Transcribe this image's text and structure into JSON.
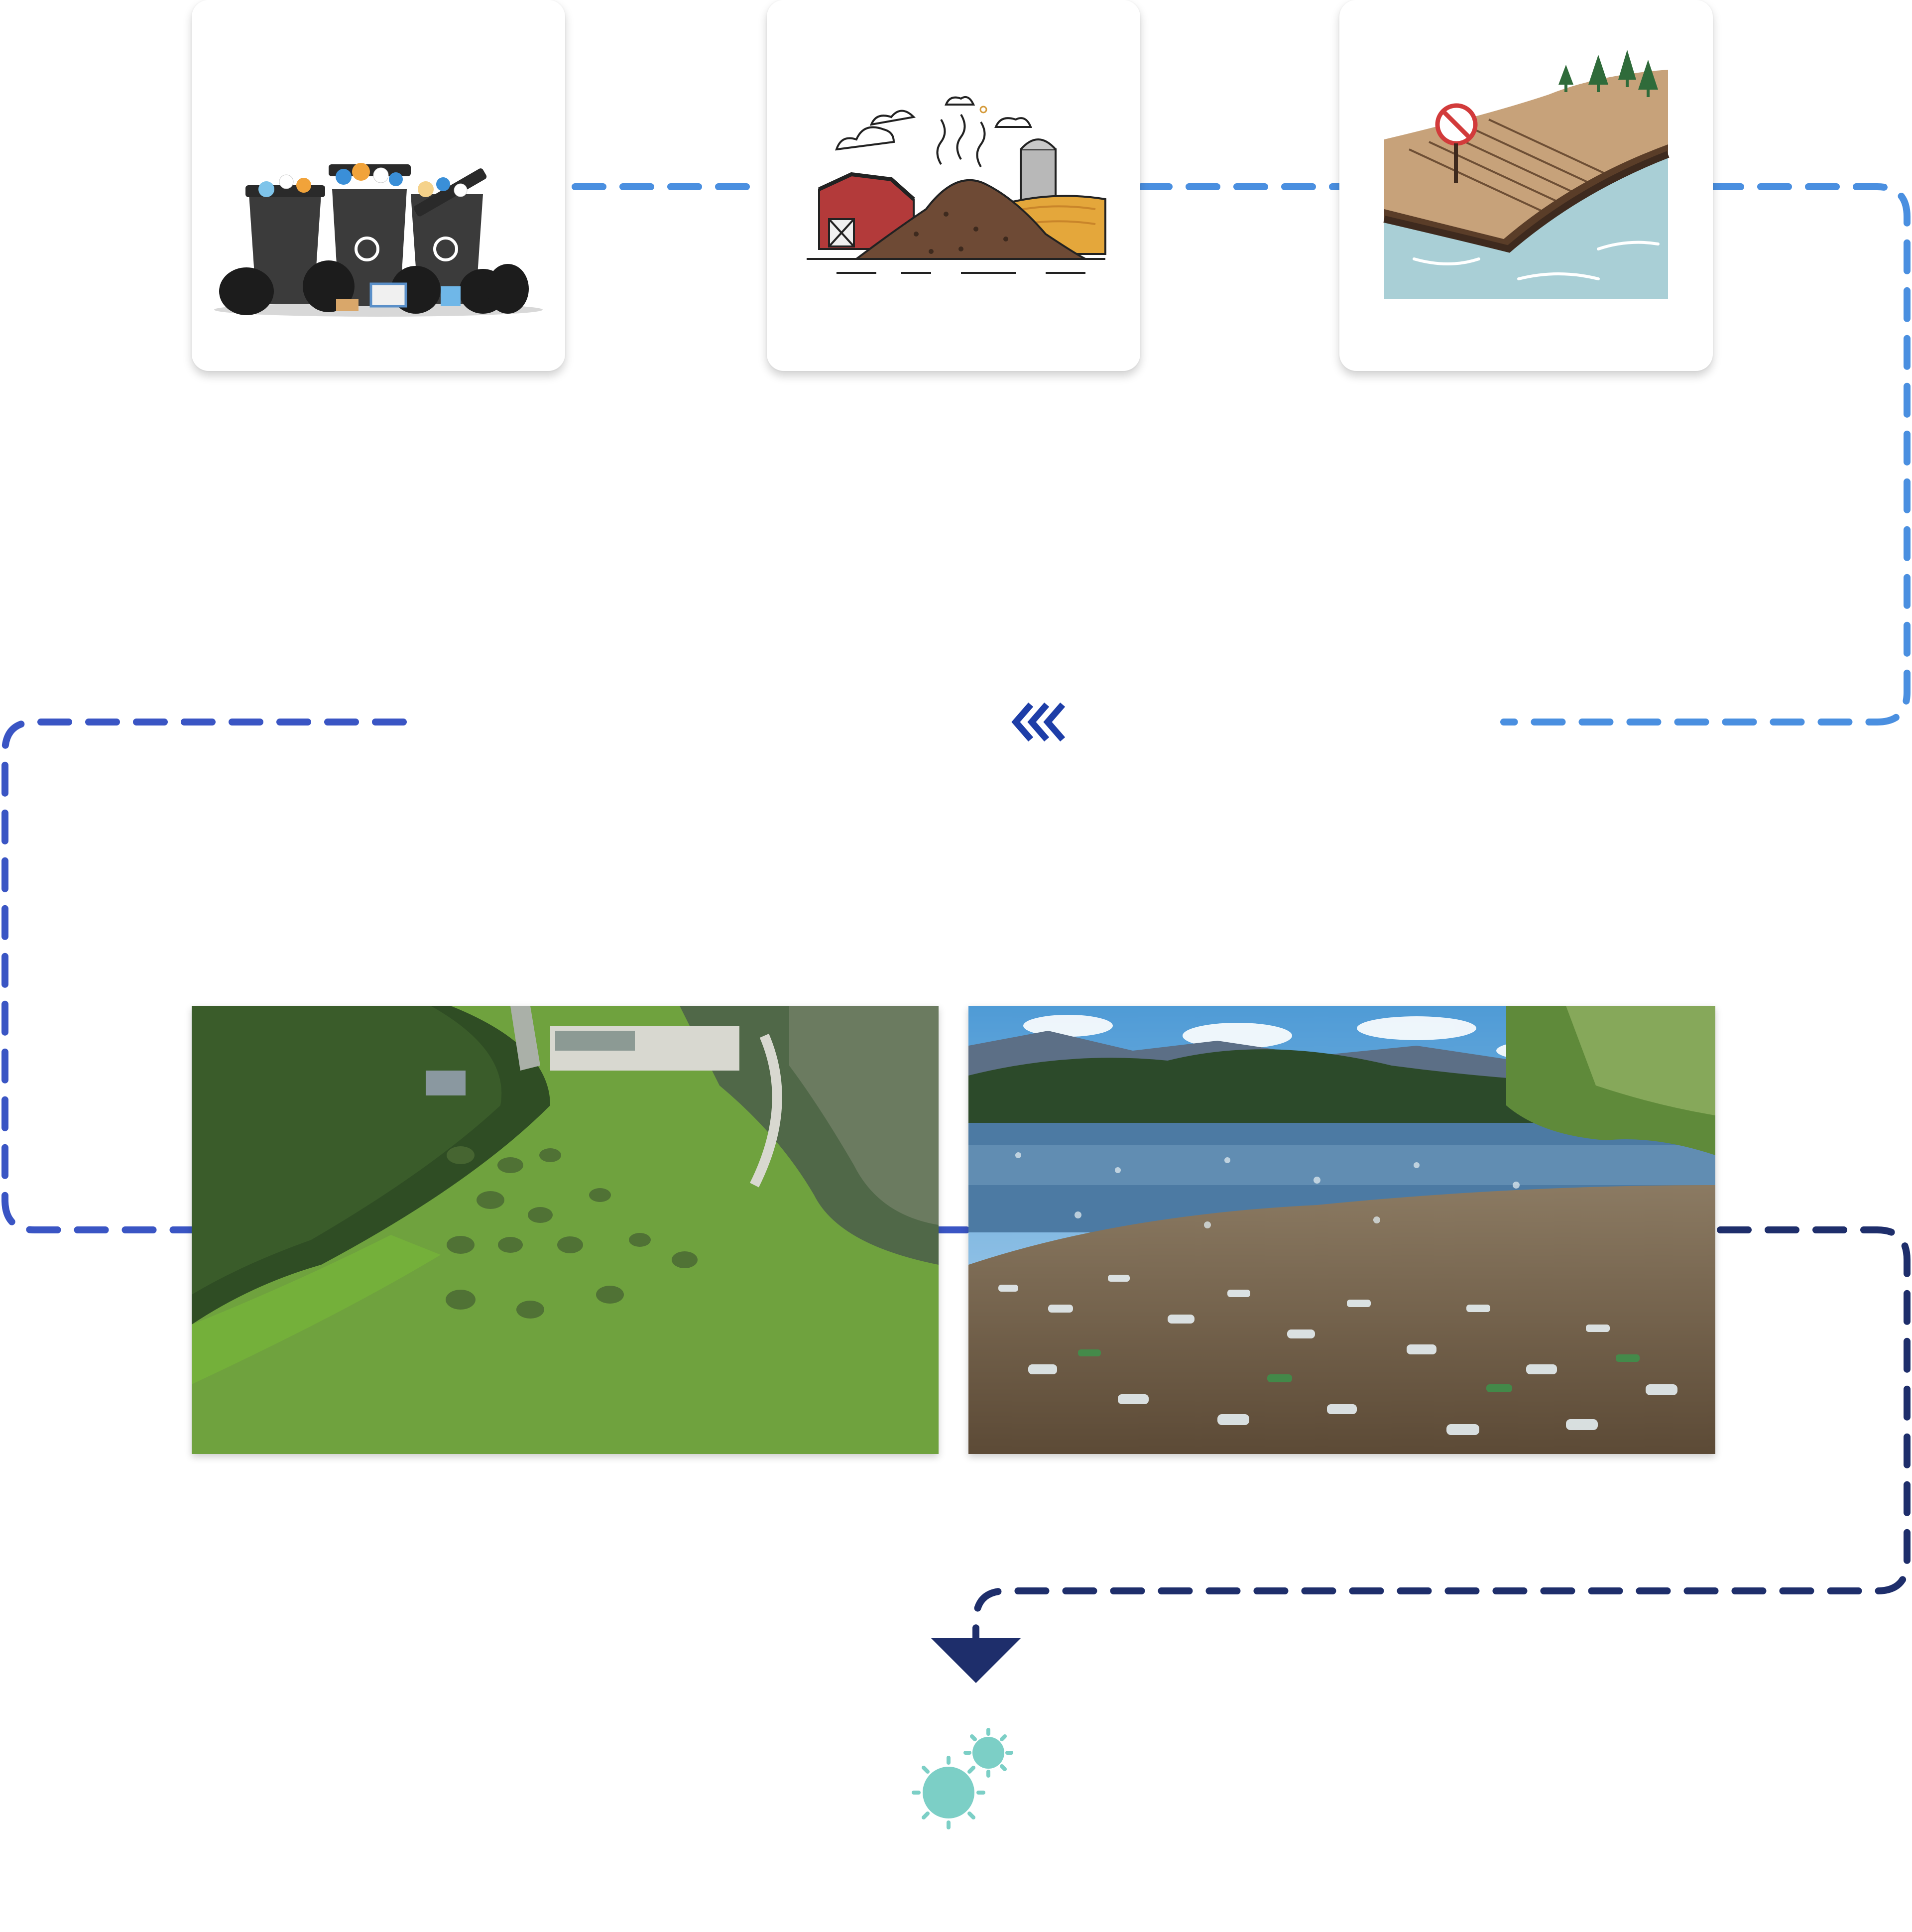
{
  "diagram": {
    "colors": {
      "connector_light": "#4a8fe0",
      "connector_medium": "#3a55c4",
      "connector_dark": "#1e2e6b",
      "arrowhead": "#1e2e6b",
      "chevrons": "#1e3ea8",
      "bacteria": "#7ccfc6"
    },
    "nodes": [
      {
        "id": "garbage",
        "kind": "icon-card",
        "icon": "overflowing-garbage-bins-icon"
      },
      {
        "id": "manure",
        "kind": "icon-card",
        "icon": "farm-manure-pile-icon"
      },
      {
        "id": "runoff",
        "kind": "icon-card",
        "icon": "farmland-runoff-to-river-icon"
      },
      {
        "id": "algae",
        "kind": "photo",
        "icon": "algal-bloom-reservoir-photo"
      },
      {
        "id": "plastic",
        "kind": "photo",
        "icon": "plastic-waste-lake-photo"
      },
      {
        "id": "bacteria",
        "kind": "icon",
        "icon": "bacteria-icon"
      }
    ],
    "flow_indicator": "triple-chevron-left-icon",
    "end_marker": "arrow-down-icon"
  }
}
